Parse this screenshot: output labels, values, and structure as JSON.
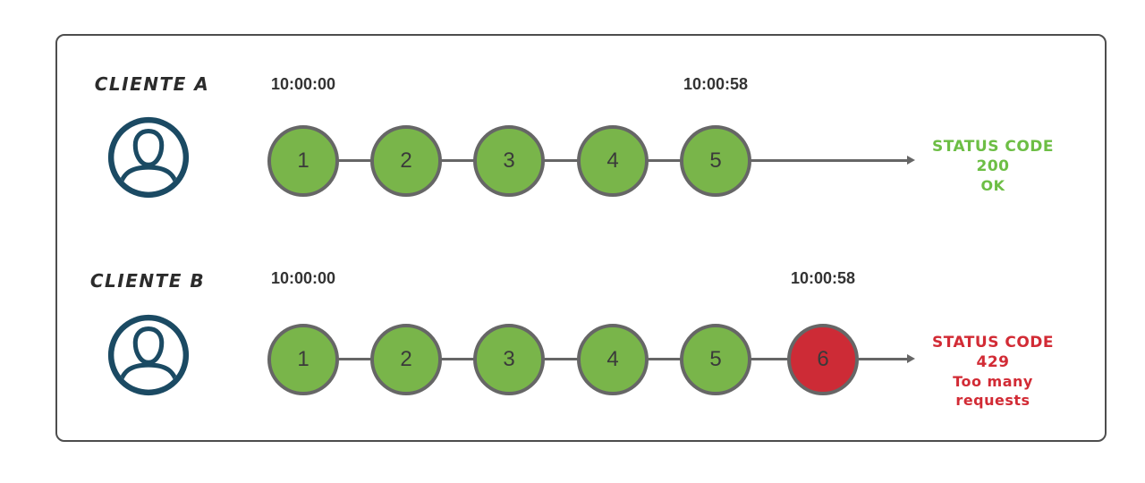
{
  "colors": {
    "success_fill": "#79B54A",
    "error_fill": "#CD2B36",
    "circle_border": "#666666",
    "line": "#666666",
    "avatar": "#1B4A63",
    "timestamp_text": "#333333",
    "label_text": "#2B2B2B",
    "frame_border": "#4D4D4D"
  },
  "rows": [
    {
      "client_label": "CLIENTE A",
      "start_time": "10:00:00",
      "end_time": "10:00:58",
      "requests": [
        "1",
        "2",
        "3",
        "4",
        "5"
      ],
      "request_states": [
        "ok",
        "ok",
        "ok",
        "ok",
        "ok"
      ],
      "status_code_line": "STATUS CODE 200",
      "status_message": "OK",
      "status_color": "#6DBE45"
    },
    {
      "client_label": "CLIENTE B",
      "start_time": "10:00:00",
      "end_time": "10:00:58",
      "requests": [
        "1",
        "2",
        "3",
        "4",
        "5",
        "6"
      ],
      "request_states": [
        "ok",
        "ok",
        "ok",
        "ok",
        "ok",
        "rate-limited"
      ],
      "status_code_line": "STATUS CODE 429",
      "status_message": "Too many requests",
      "status_color": "#D22B35"
    }
  ]
}
